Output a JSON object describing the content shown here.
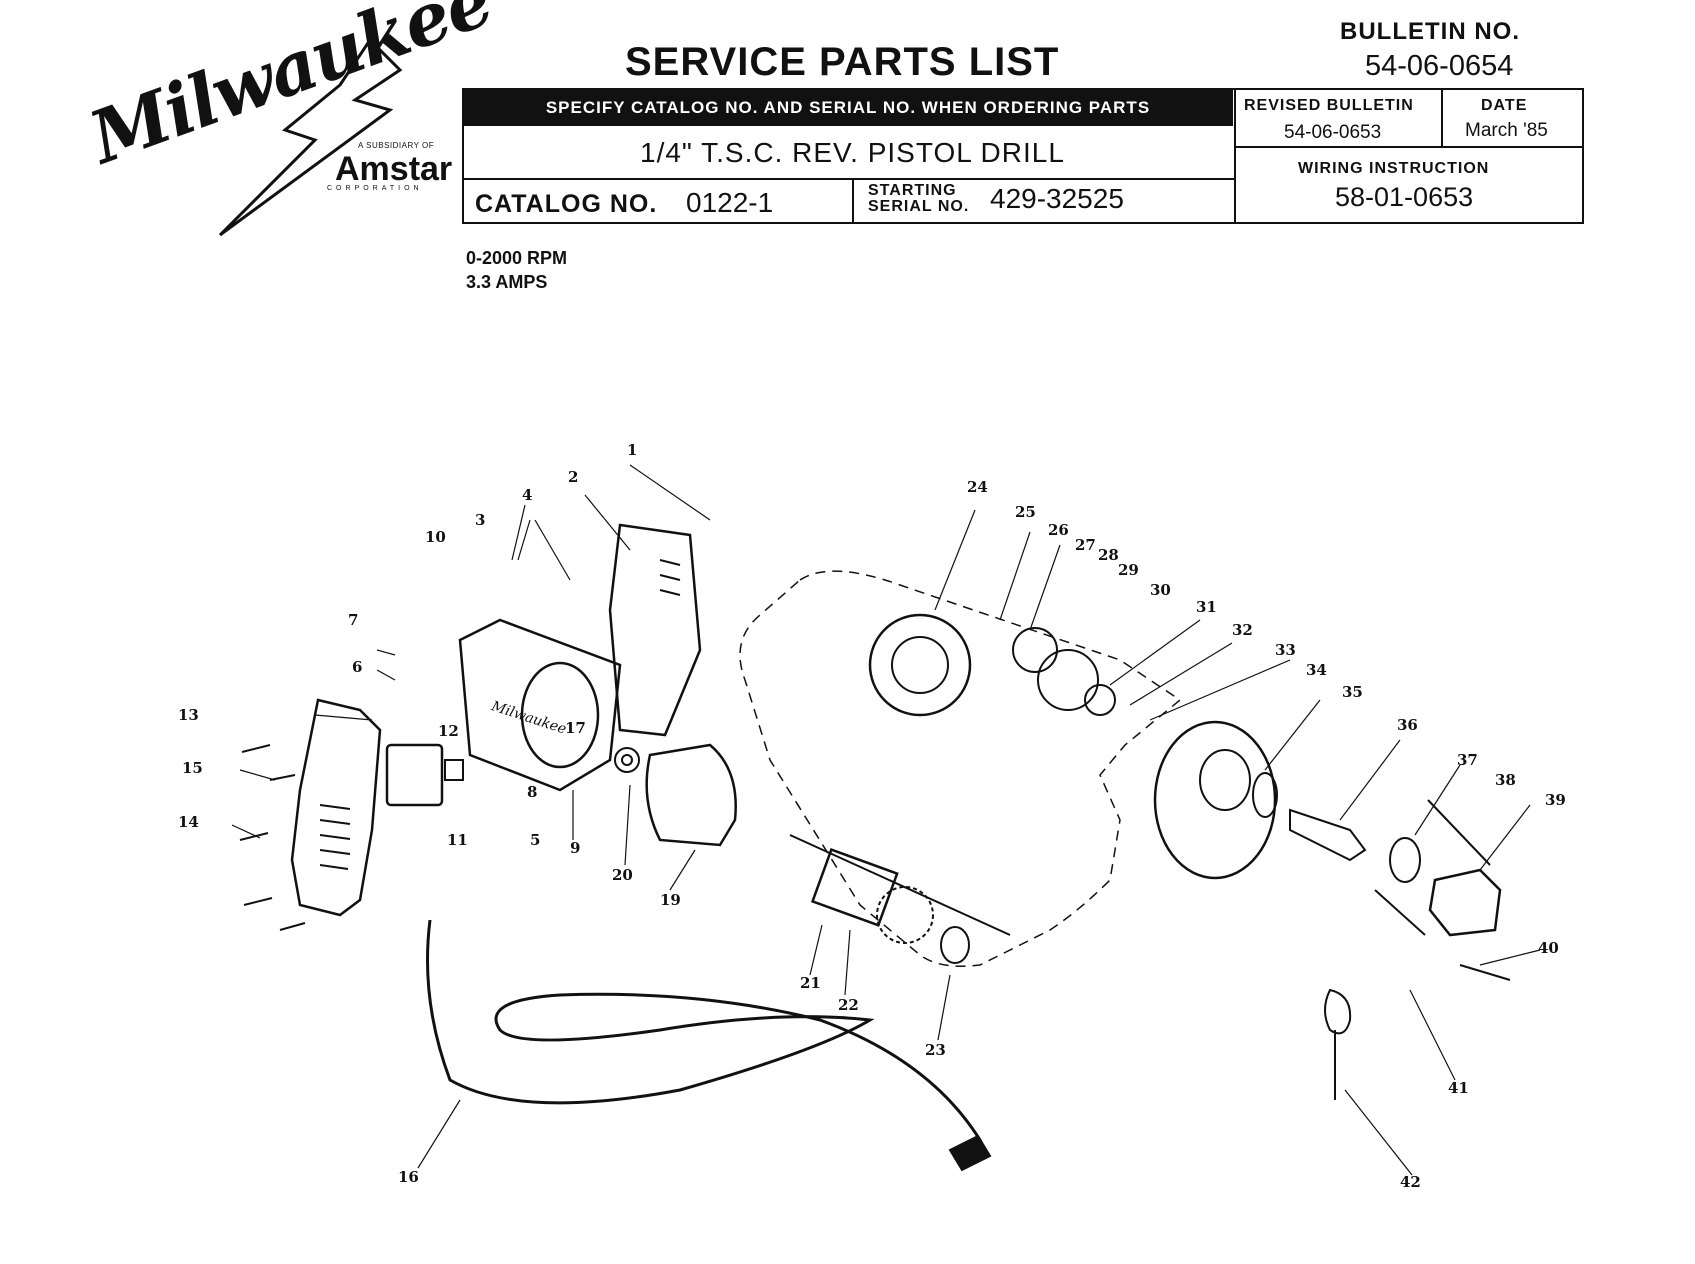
{
  "header": {
    "brand": "Milwaukee",
    "subsidiary_line": "A SUBSIDIARY OF",
    "parent_brand": "Amstar",
    "corporation": "CORPORATION",
    "title": "SERVICE PARTS LIST",
    "bulletin_label": "BULLETIN NO.",
    "bulletin_no": "54-06-0654"
  },
  "info_table": {
    "specify_banner": "SPECIFY CATALOG NO. AND SERIAL NO. WHEN ORDERING PARTS",
    "product_name": "1/4\" T.S.C. REV. PISTOL DRILL",
    "catalog_label": "CATALOG NO.",
    "catalog_no": "0122-1",
    "starting_label_line1": "STARTING",
    "starting_label_line2": "SERIAL NO.",
    "starting_serial": "429-32525",
    "revised_bulletin_label": "REVISED BULLETIN",
    "revised_bulletin": "54-06-0653",
    "date_label": "DATE",
    "date": "March '85",
    "wiring_label": "WIRING INSTRUCTION",
    "wiring_no": "58-01-0653"
  },
  "specs": {
    "rpm": "0-2000 RPM",
    "amps": "3.3 AMPS"
  },
  "diagram": {
    "part_numbers": [
      "1",
      "2",
      "3",
      "4",
      "5",
      "6",
      "7",
      "8",
      "9",
      "10",
      "11",
      "12",
      "13",
      "14",
      "15",
      "16",
      "17",
      "19",
      "20",
      "21",
      "22",
      "23",
      "24",
      "25",
      "26",
      "27",
      "28",
      "29",
      "30",
      "31",
      "32",
      "33",
      "34",
      "35",
      "36",
      "37",
      "38",
      "39",
      "40",
      "41",
      "42"
    ],
    "nameplate_text": "Milwaukee"
  }
}
